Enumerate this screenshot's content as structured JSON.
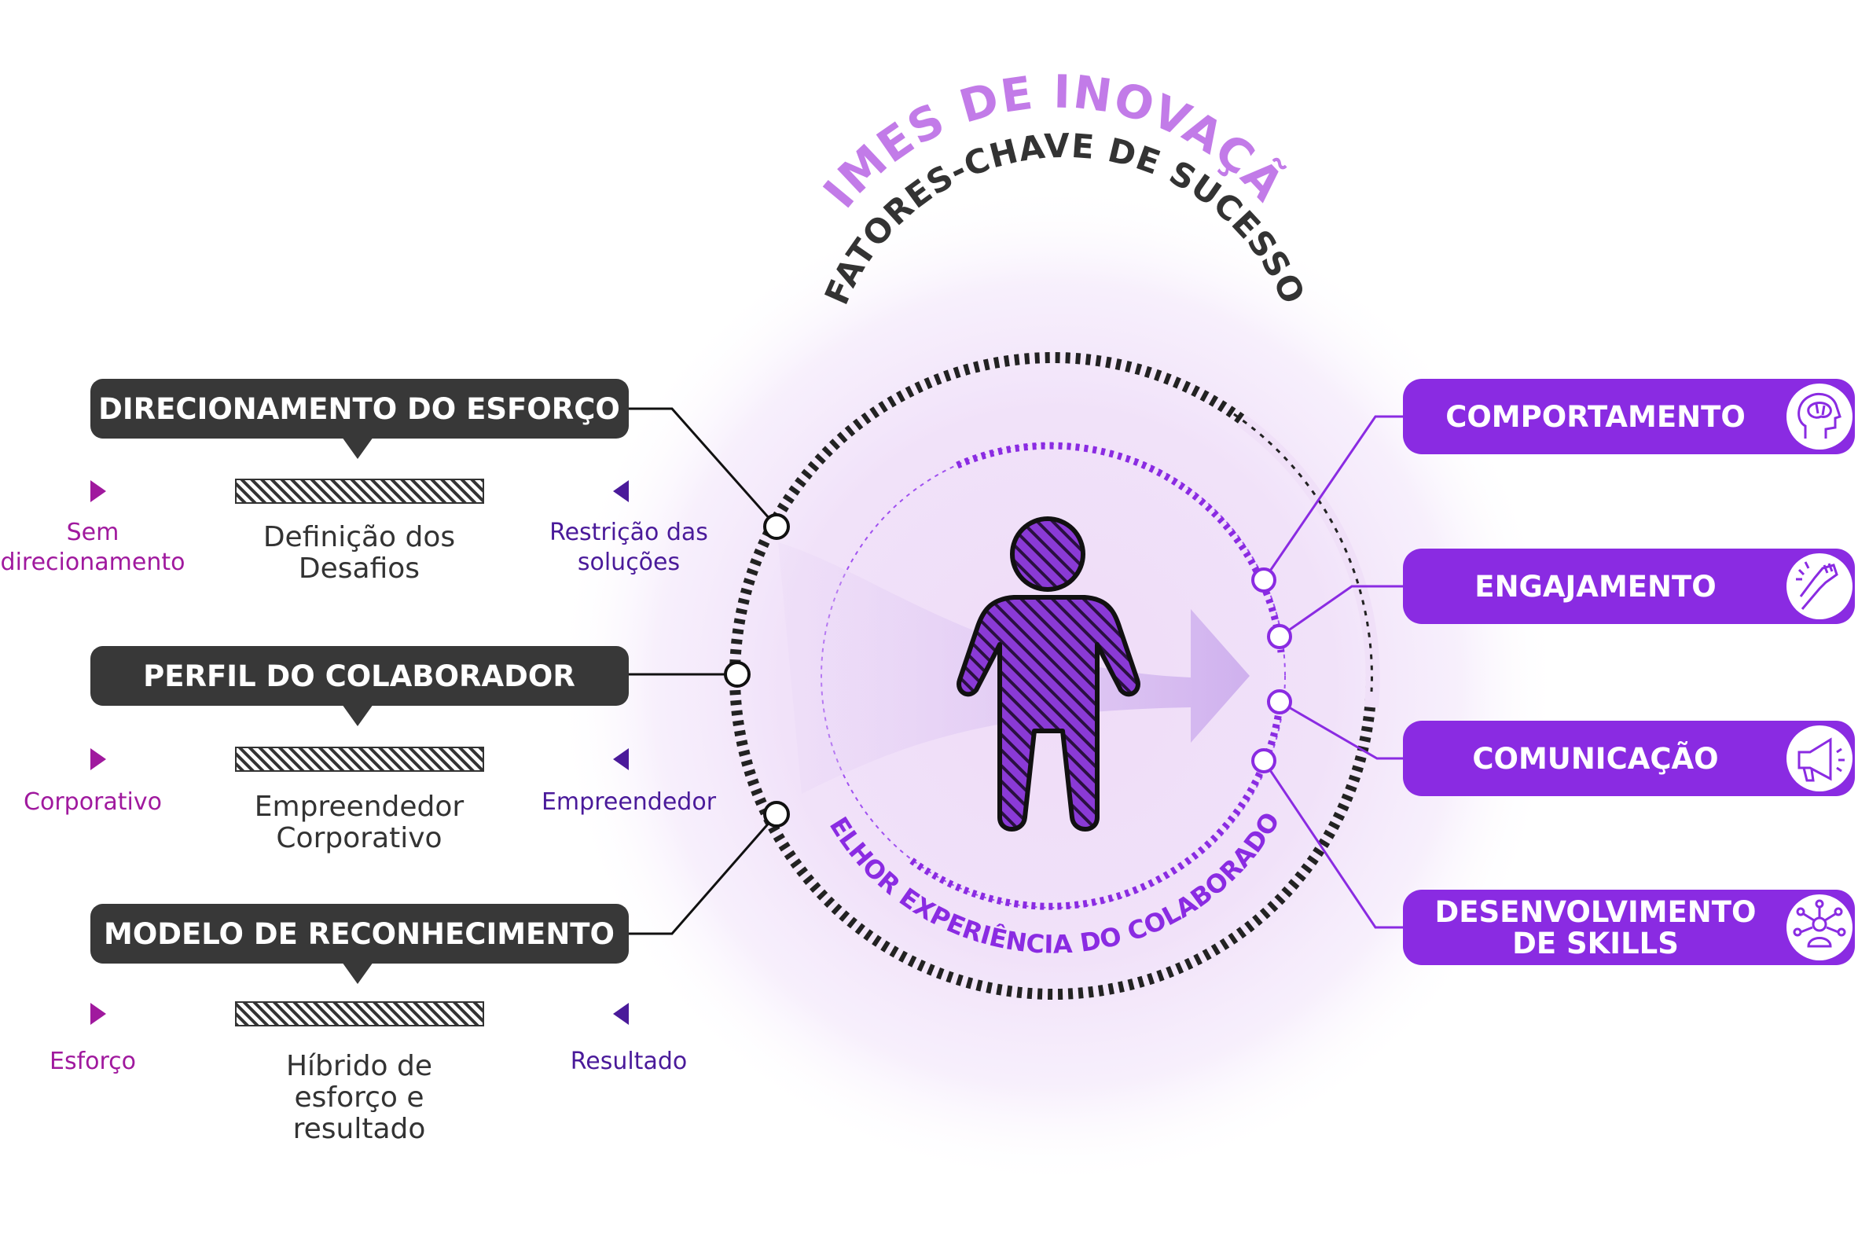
{
  "header": {
    "outer_title": "TIMES DE INOVAÇÃO",
    "ring_title": "FATORES-CHAVE DE SUCESSO",
    "inner_title": "MELHOR EXPERIÊNCIA DO COLABORADOR"
  },
  "left_factors": [
    {
      "label": "DIRECIONAMENTO DO ESFORÇO",
      "left_end": [
        "Sem",
        "direcionamento"
      ],
      "middle": [
        "Definição dos",
        "Desafios"
      ],
      "right_end": [
        "Restrição das",
        "soluções"
      ]
    },
    {
      "label": "PERFIL DO COLABORADOR",
      "left_end": [
        "Corporativo"
      ],
      "middle": [
        "Empreendedor",
        "Corporativo"
      ],
      "right_end": [
        "Empreendedor"
      ]
    },
    {
      "label": "MODELO DE RECONHECIMENTO",
      "left_end": [
        "Esforço"
      ],
      "middle": [
        "Híbrido de",
        "esforço e",
        "resultado"
      ],
      "right_end": [
        "Resultado"
      ]
    }
  ],
  "right_factors": [
    {
      "label": [
        "COMPORTAMENTO"
      ],
      "icon": "head-brain-icon"
    },
    {
      "label": [
        "ENGAJAMENTO"
      ],
      "icon": "raised-fist-icon"
    },
    {
      "label": [
        "COMUNICAÇÃO"
      ],
      "icon": "megaphone-icon"
    },
    {
      "label": [
        "DESENVOLVIMENTO",
        "DE SKILLS"
      ],
      "icon": "network-person-icon"
    }
  ],
  "colors": {
    "dark": "#3a3a3a",
    "purple": "#8a2be2",
    "light_purple": "#c27be8",
    "magenta": "#9c1a9c",
    "indigo": "#4a1a9a"
  }
}
